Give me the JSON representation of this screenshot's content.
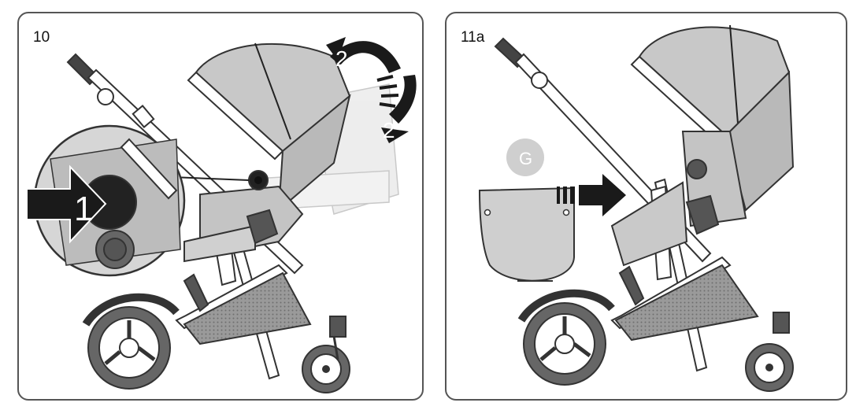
{
  "panels": [
    {
      "step_label": "10",
      "callouts": {
        "press": "1",
        "rotate_top": "2",
        "rotate_bottom": "2"
      }
    },
    {
      "step_label": "11a",
      "callouts": {
        "part": "G"
      }
    }
  ],
  "colors": {
    "outline": "#333333",
    "canopy": "#c8c8c8",
    "canopy_shade": "#b3b3b3",
    "frame": "#ffffff",
    "tire": "#555555",
    "arrow": "#1a1a1a",
    "badge": "#cfcfcf",
    "basket": "#8a8a8a"
  }
}
